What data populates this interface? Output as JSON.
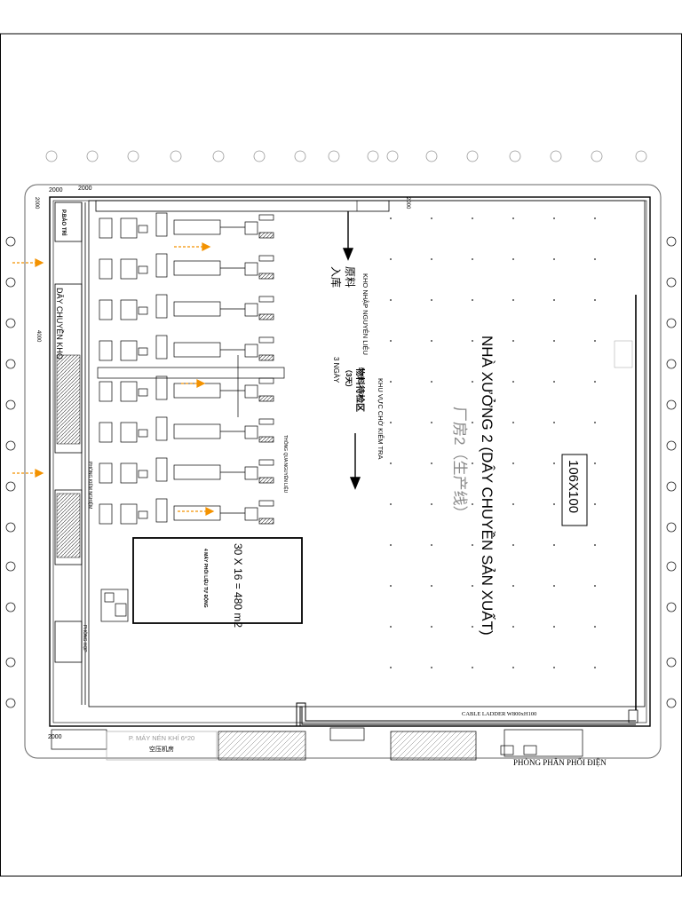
{
  "plan": {
    "hall_title": "NHÀ XƯỞNG 2 (DÂY CHUYỀN SẢN XUẤT)",
    "hall_title_cn": "厂房2（生产线）",
    "hall_size": "106X100",
    "warehouse_vn": "KHO NHẬP NGUYÊN LIỆU",
    "warehouse_cn_1": "原料",
    "warehouse_cn_2": "入库",
    "inspection_vn": "KHU VỰC CHỜ KIỂM TRA",
    "inspection_cn": "物料待检区",
    "inspection_days_cn": "（3天）",
    "inspection_days": "3 NGÀY",
    "flow_label": "THÔNG QUA NGUYÊN LIỆU",
    "mixer_box_area": "30 X 16 = 480 m2",
    "mixer_box_label": "4 MÁY PHỐI LIỆU TỰ ĐỘNG",
    "maintenance_room": "P.BẢO TRÌ",
    "left_line_label": "DÂY CHUYỀN KHO",
    "lab_label": "PHÒNG KIỂM NGHIỆM",
    "meeting_room": "PHÒNG HỌP",
    "compressor_room": "P. MÁY NÉN KHÍ 6*20",
    "compressor_room_cn": "空压机房",
    "cable_ladder": "CABLE LADDER W800xH100",
    "power_room": "PHÒNG PHÂN PHỐI ĐIỆN",
    "dim_2000_a": "2000",
    "dim_2000_b": "2000",
    "dim_2000_c": "2000",
    "dim_2000_d": "2000",
    "dim_4000": "4000",
    "dim_2000_e": "2000"
  },
  "colors": {
    "line": "#000000",
    "hatch": "#555555",
    "arrow": "#f39200",
    "text_gray": "#888888"
  }
}
